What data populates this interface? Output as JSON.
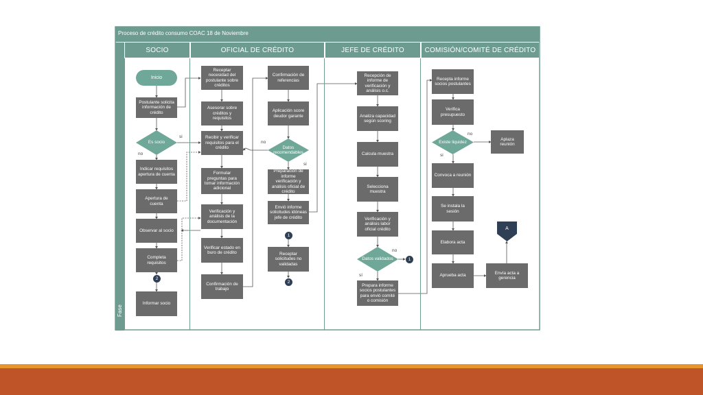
{
  "title": "Proceso de crédito consumo COAC 18 de Noviembre",
  "phase_label": "Fase",
  "lanes": {
    "socio": "SOCIO",
    "oficial": "OFICIAL DE CRÉDITO",
    "jefe": "JEFE DE CRÉDITO",
    "comision": "COMISIÓN/COMITÉ DE CRÉDITO"
  },
  "socio": {
    "inicio": "Inicio",
    "postulante": "Postulante solicita información de crédito",
    "es_socio": "Es socio",
    "indicar": "Indicar requisitos apertura de cuenta",
    "apertura": "Apertura de cuenta",
    "observar": "Observar al socio",
    "completa": "Completa requisitos",
    "informar": "Informar socio"
  },
  "oficial": {
    "receptar": "Receptar necesidad del postulante sobre créditos",
    "asesorar": "Asesorar sobre créditos y requisitos",
    "recibir": "Recibir y verificar requisitos para el crédito",
    "formular": "Formular preguntas para tomar información adicional",
    "verificacion": "Verificación y análisis de la documentación",
    "buro": "Verificar estado en buro de crédito",
    "confirmacion_trabajo": "Confirmación de trabajo",
    "confirmacion_ref": "Confirmación de referencias",
    "score": "Aplicación score deudor garante",
    "datos_rec": "Datos recomendables",
    "preparacion": "Preparación de informe verificación y análisis oficial de crédito",
    "envio": "Envió informe solicitudes idóneas jefe de crédito",
    "receptar_no": "Receptar solicitudes no validadas"
  },
  "jefe": {
    "recepcion": "Recepción de informe de verificación y análisis o.c.",
    "analiza": "Analiza capacidad según scoring",
    "calcula": "Calcula muestra",
    "selecciona": "Selecciona muestra",
    "verificacion": "Verificación y análisis labor oficial crédito",
    "datos_val": "Datos validados",
    "prepara": "Prepara informe socios postulantes para envió comité o comisión"
  },
  "comision": {
    "recepta": "Recepta informe socios postulantes",
    "verifica": "Verifica presupuesto",
    "existe": "Existe liquidez",
    "aplaza": "Aplaza reunión",
    "convoca": "Convoca a reunión",
    "instala": "Se instala la sesión",
    "elabora": "Elabora acta",
    "aprueba": "Aprueba acta",
    "envia": "Envía acta a gerencia",
    "conector": "A"
  },
  "labels": {
    "si": "si",
    "no": "no",
    "si_acc": "sí",
    "c1": "1",
    "c2": "2"
  },
  "colors": {
    "header": "#6d9b90",
    "node": "#6b6b6b",
    "terminal": "#6fa898",
    "decision": "#6fa898",
    "connector": "#2f3f56",
    "bar_top": "#e8952f",
    "bar_bottom": "#bf5429"
  }
}
